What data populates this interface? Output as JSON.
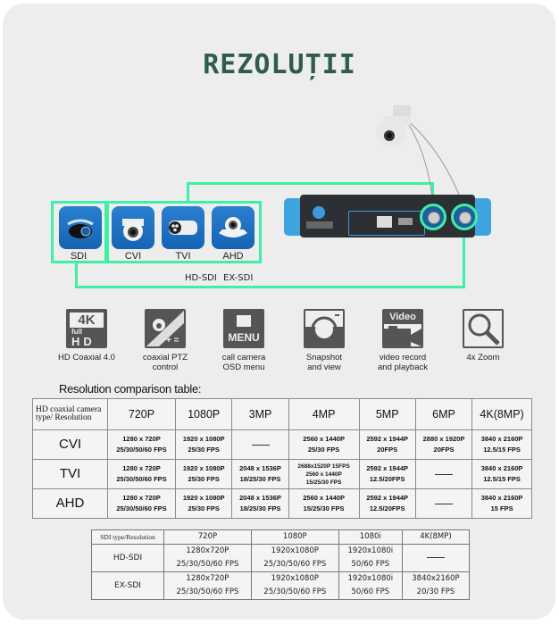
{
  "title": "REZOLUȚII",
  "diagram": {
    "cameras": [
      {
        "label": "SDI",
        "icon": "sdi-camera-icon"
      },
      {
        "label": "CVI",
        "icon": "dome-camera-icon"
      },
      {
        "label": "TVI",
        "icon": "bullet-camera-icon"
      },
      {
        "label": "AHD",
        "icon": "dome-camera-icon"
      }
    ],
    "sdi_types": [
      "HD-SDI",
      "EX-SDI"
    ],
    "accent_color": "#3ef0a6"
  },
  "features": [
    {
      "label": "HD Coaxial 4.0",
      "icon": "4k-full-hd-icon"
    },
    {
      "label": "coaxial PTZ control",
      "icon": "ptz-control-icon"
    },
    {
      "label": "call camera OSD menu",
      "icon": "menu-icon"
    },
    {
      "label": "Snapshot and view",
      "icon": "camera-snapshot-icon"
    },
    {
      "label": "video record and playback",
      "icon": "video-record-icon"
    },
    {
      "label": "4x Zoom",
      "icon": "magnifier-icon"
    }
  ],
  "features_text": {
    "f0": "HD Coaxial 4.0",
    "f1a": "coaxial PTZ",
    "f1b": "control",
    "f2a": "call camera",
    "f2b": "OSD menu",
    "f3a": "Snapshot",
    "f3b": "and view",
    "f4a": "video record",
    "f4b": "and playback",
    "f5": "4x Zoom",
    "icon_4k": "4K",
    "icon_full": "full",
    "icon_hd": "HD",
    "icon_menu": "MENU",
    "icon_video": "Video"
  },
  "table1": {
    "caption": "Resolution comparison table:",
    "corner_a": "HD coaxial camera",
    "corner_b": "type/ Resolution",
    "columns": [
      "720P",
      "1080P",
      "3MP",
      "4MP",
      "5MP",
      "6MP",
      "4K(8MP)"
    ],
    "rows": [
      {
        "type": "CVI",
        "cells": [
          [
            "1280 x 720P",
            "25/30/50/60 FPS"
          ],
          [
            "1920 x 1080P",
            "25/30 FPS"
          ],
          [
            "—"
          ],
          [
            "2560 x 1440P",
            "25/30 FPS"
          ],
          [
            "2592 x 1944P",
            "20FPS"
          ],
          [
            "2880 x 1920P",
            "20FPS"
          ],
          [
            "3840 x 2160P",
            "12.5/15 FPS"
          ]
        ]
      },
      {
        "type": "TVI",
        "cells": [
          [
            "1280 x 720P",
            "25/30/50/60 FPS"
          ],
          [
            "1920 x 1080P",
            "25/30 FPS"
          ],
          [
            "2048 x 1536P",
            "18/25/30 FPS"
          ],
          [
            "2688x1520P 15FPS",
            "2560 x 1440P",
            "15/25/30 FPS"
          ],
          [
            "2592 x 1944P",
            "12.5/20FPS"
          ],
          [
            "—"
          ],
          [
            "3840 x 2160P",
            "12.5/15 FPS"
          ]
        ]
      },
      {
        "type": "AHD",
        "cells": [
          [
            "1280 x 720P",
            "25/30/50/60 FPS"
          ],
          [
            "1920 x 1080P",
            "25/30 FPS"
          ],
          [
            "2048 x 1536P",
            "18/25/30 FPS"
          ],
          [
            "2560 x 1440P",
            "15/25/30 FPS"
          ],
          [
            "2592 x 1944P",
            "12.5/20FPS"
          ],
          [
            "—"
          ],
          [
            "3840 x 2160P",
            "15 FPS"
          ]
        ]
      }
    ]
  },
  "table2": {
    "corner": "SDI type/Resolution",
    "columns": [
      "720P",
      "1080P",
      "1080i",
      "4K(8MP)"
    ],
    "rows": [
      {
        "type": "HD-SDI",
        "cells": [
          [
            "1280x720P",
            "25/30/50/60 FPS"
          ],
          [
            "1920x1080P",
            "25/30/50/60 FPS"
          ],
          [
            "1920x1080i",
            "50/60 FPS"
          ],
          [
            "—"
          ]
        ]
      },
      {
        "type": "EX-SDI",
        "cells": [
          [
            "1280x720P",
            "25/30/50/60 FPS"
          ],
          [
            "1920x1080P",
            "25/30/50/60 FPS"
          ],
          [
            "1920x1080i",
            "50/60 FPS"
          ],
          [
            "3840x2160P",
            "20/30 FPS"
          ]
        ]
      }
    ]
  }
}
